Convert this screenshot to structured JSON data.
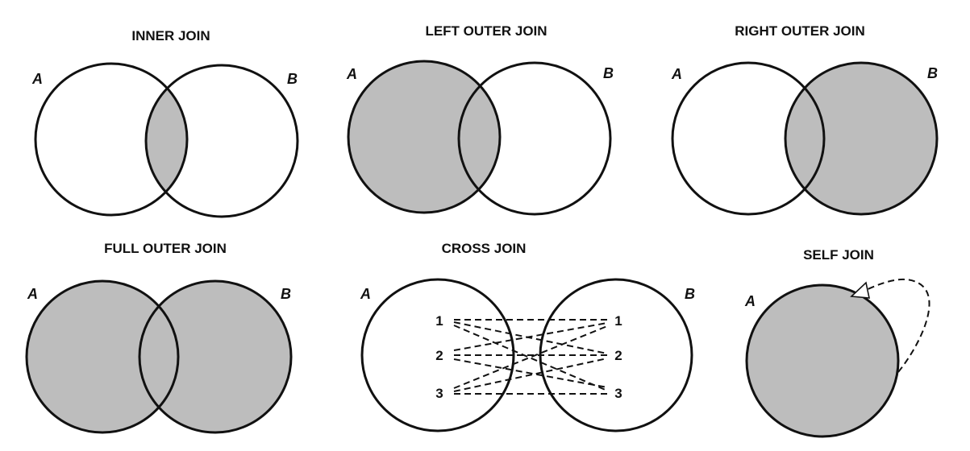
{
  "colors": {
    "fill": "#bdbdbd",
    "stroke": "#111111",
    "background": "#ffffff"
  },
  "diagrams": {
    "inner": {
      "title": "INNER JOIN",
      "label_a": "A",
      "label_b": "B"
    },
    "left": {
      "title": "LEFT OUTER JOIN",
      "label_a": "A",
      "label_b": "B"
    },
    "right": {
      "title": "RIGHT OUTER JOIN",
      "label_a": "A",
      "label_b": "B"
    },
    "full": {
      "title": "FULL OUTER JOIN",
      "label_a": "A",
      "label_b": "B"
    },
    "cross": {
      "title": "CROSS JOIN",
      "label_a": "A",
      "label_b": "B",
      "rows_a": [
        "1",
        "2",
        "3"
      ],
      "rows_b": [
        "1",
        "2",
        "3"
      ]
    },
    "self": {
      "title": "SELF JOIN",
      "label_a": "A"
    }
  }
}
